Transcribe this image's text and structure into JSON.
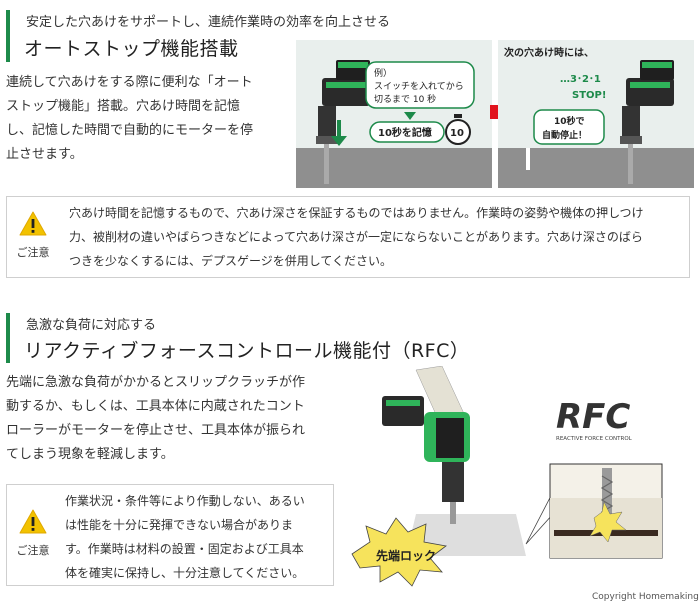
{
  "section1": {
    "subtitle": "安定した穴あけをサポートし、連続作業時の効率を向上させる",
    "title": "オートストップ機能搭載",
    "description_lines": [
      "連続して穴あけをする際に便利な「オート",
      "ストップ機能」搭載。穴あけ時間を記憶",
      "し、記憶した時間で自動的にモーターを停",
      "止させます。"
    ],
    "illustration_left": {
      "example_bubble": [
        "例）",
        "スイッチを入れてから",
        "切るまで 10 秒"
      ],
      "memory_label": "10秒を記憶",
      "timer_number": "10"
    },
    "illustration_right": {
      "heading": "次の穴あけ時には、",
      "countdown": "…3･2･1",
      "stop": "STOP!",
      "auto_stop_lines": [
        "10秒で",
        "自動停止！"
      ]
    },
    "caution": {
      "label": "ご注意",
      "text_lines": [
        "穴あけ時間を記憶するもので、穴あけ深さを保証するものではありません。作業時の姿勢や機体の押しつけ",
        "力、被削材の違いやばらつきなどによって穴あけ深さが一定にならないことがあります。穴あけ深さのばら",
        "つきを少なくするには、デプスゲージを併用してください。"
      ]
    }
  },
  "section2": {
    "subtitle": "急激な負荷に対応する",
    "title": "リアクティブフォースコントロール機能付（RFC）",
    "description_lines": [
      "先端に急激な負荷がかかるとスリップクラッチが作",
      "動するか、もしくは、工具本体に内蔵されたコント",
      "ローラーがモーターを停止させ、工具本体が振られ",
      "てしまう現象を軽減します。"
    ],
    "rfc_logo": "RFC",
    "rfc_tagline": "REACTIVE FORCE CONTROL",
    "lock_label": "先端ロック",
    "caution": {
      "label": "ご注意",
      "text_lines": [
        "作業状況・条件等により作動しない、あるい",
        "は性能を十分に発揮できない場合がありま",
        "す。作業時は材料の設置・固定および工具本",
        "体を確実に保持し、十分注意してください。"
      ]
    }
  },
  "copyright": "Copyright Homemaking",
  "colors": {
    "accent_green": "#1d8a4a",
    "warning_yellow": "#f2c200",
    "arrow_red": "#e1141e",
    "concrete": "#8f8f8f",
    "panel_bg": "#e9efed"
  }
}
